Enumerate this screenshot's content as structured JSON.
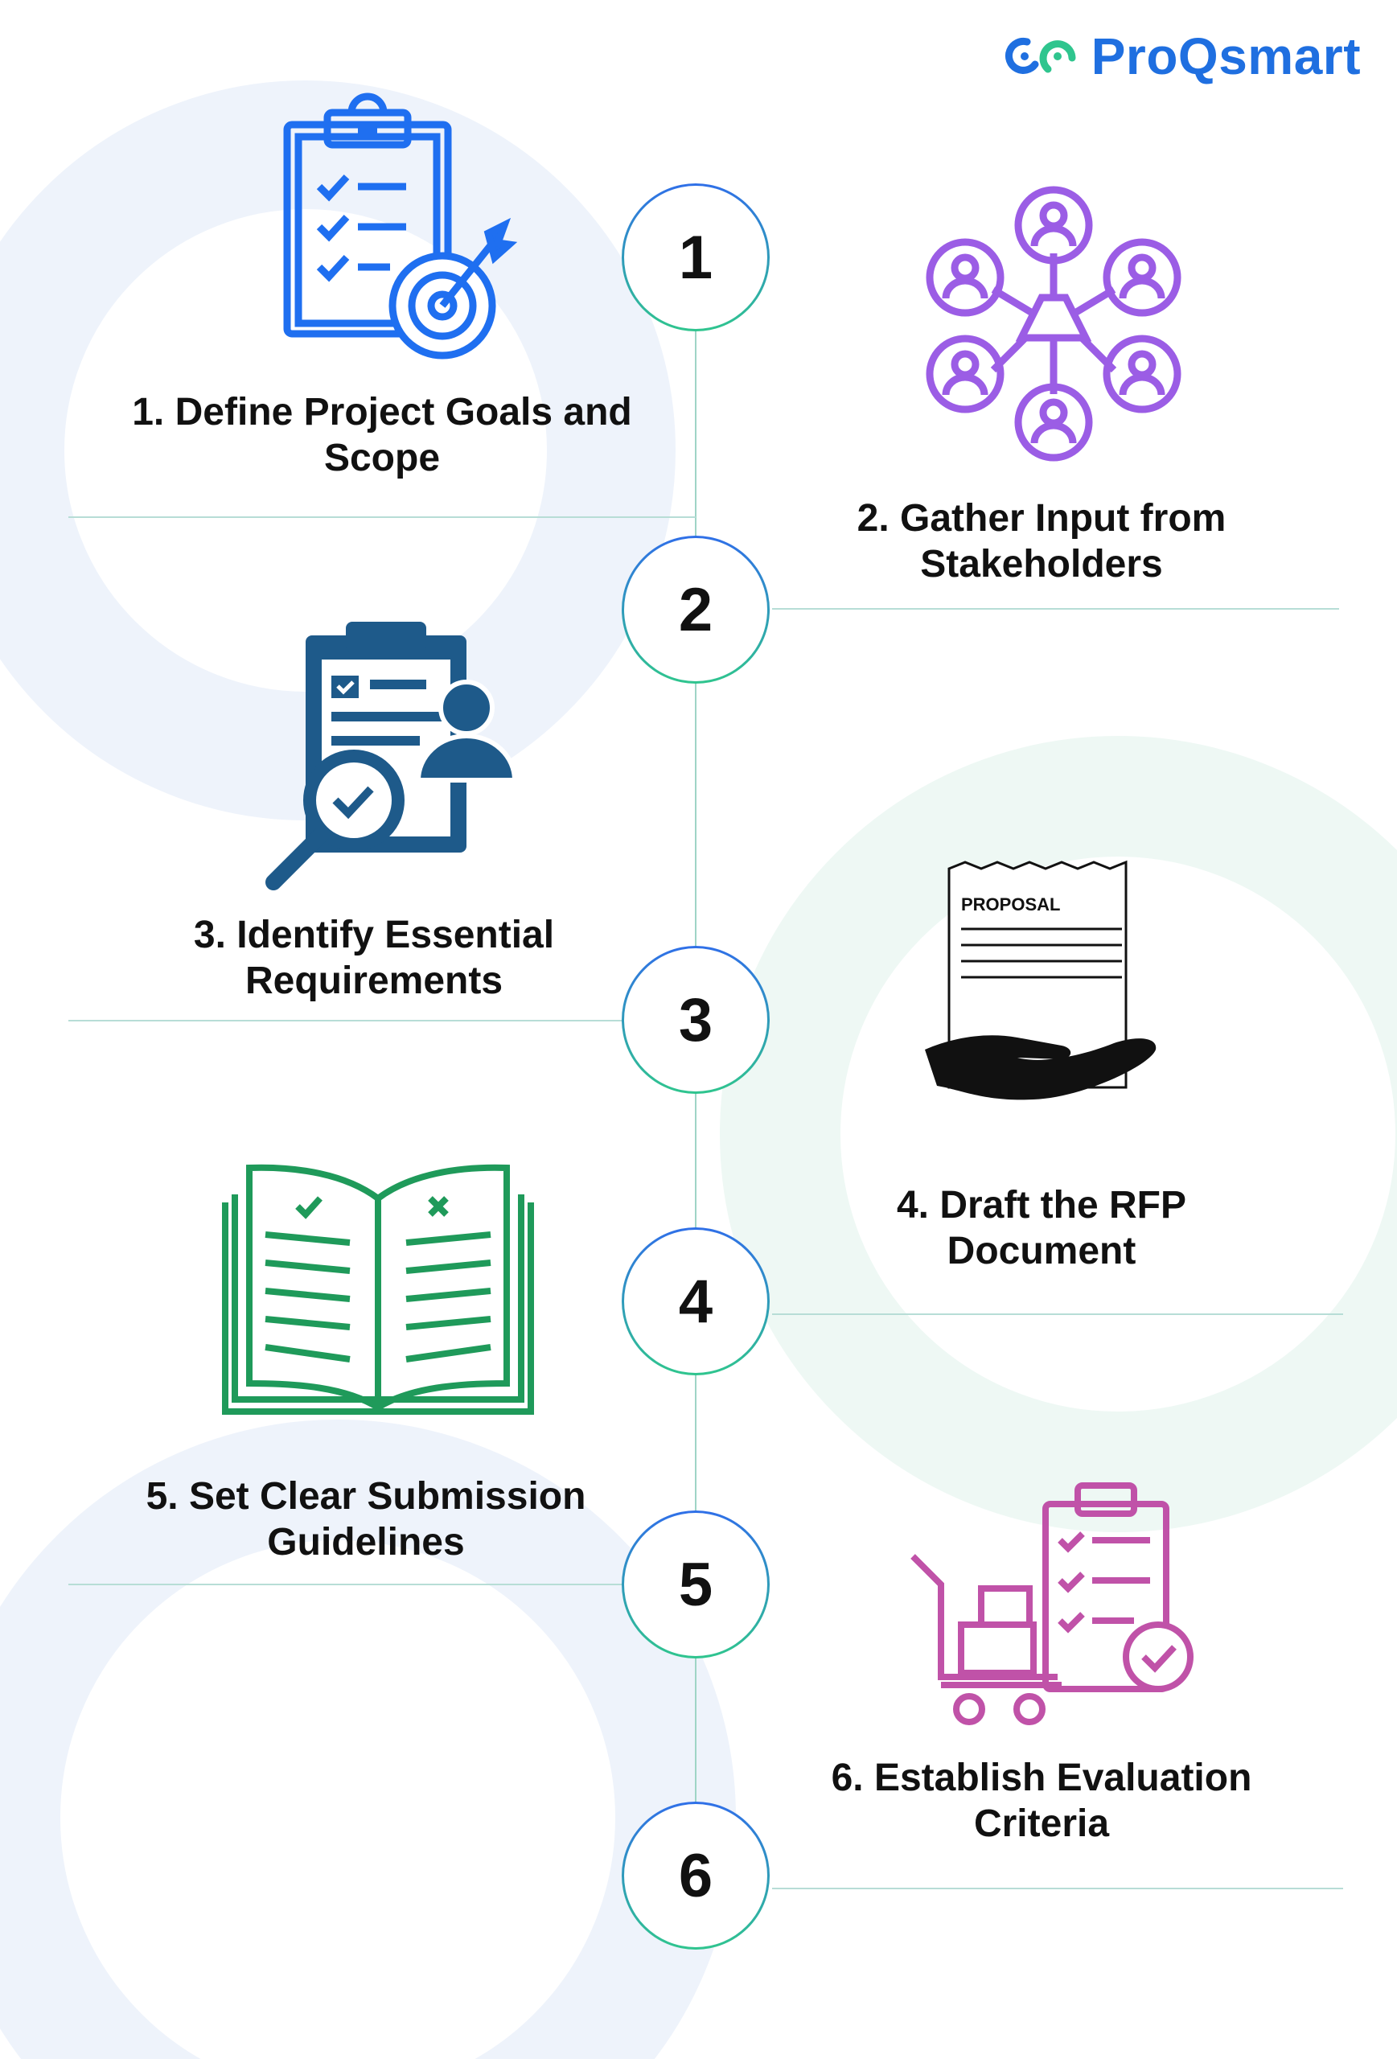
{
  "brand": {
    "name": "ProQsmart",
    "logo_icon": "proqsmart-logo-icon"
  },
  "steps": [
    {
      "number": "1",
      "title": "1. Define Project Goals and Scope",
      "icon": "clipboard-target-icon"
    },
    {
      "number": "2",
      "title": "2. Gather Input from Stakeholders",
      "icon": "stakeholder-network-icon"
    },
    {
      "number": "3",
      "title": "3. Identify Essential Requirements",
      "icon": "clipboard-magnifier-icon"
    },
    {
      "number": "4",
      "title": "4. Draft the RFP Document",
      "icon": "proposal-hand-icon"
    },
    {
      "number": "5",
      "title": "5. Set Clear Submission Guidelines",
      "icon": "open-book-icon"
    },
    {
      "number": "6",
      "title": "6. Establish Evaluation Criteria",
      "icon": "cart-checklist-icon"
    }
  ],
  "proposal_text": "PROPOSAL",
  "colors": {
    "brand_blue": "#1f6fe0",
    "step1_icon": "#1f6ff0",
    "step2_icon": "#9b5de5",
    "step3_icon": "#1e5a8a",
    "step4_icon": "#111111",
    "step5_icon": "#1f9a5a",
    "step6_icon": "#c052a8",
    "circle_gradient_top": "#2f6fe8",
    "circle_gradient_bottom": "#2fc58e"
  }
}
